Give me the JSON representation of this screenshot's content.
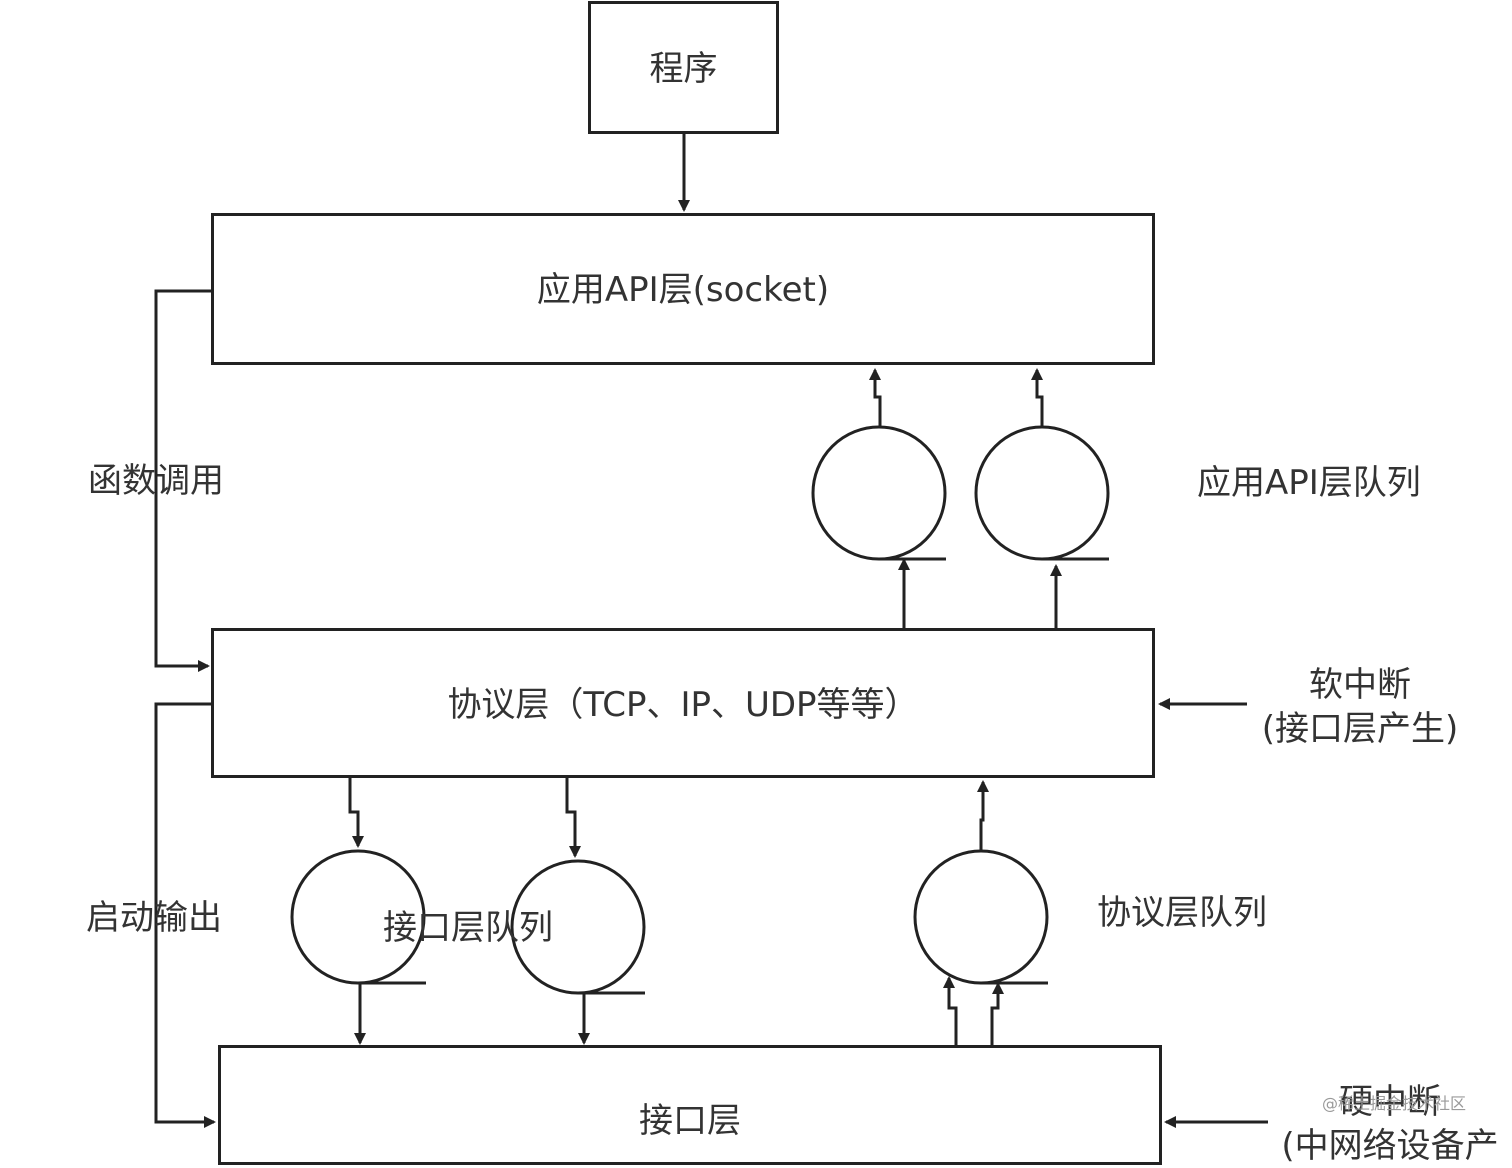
{
  "nodes": {
    "program": "程序",
    "app_api_layer": "应用API层(socket)",
    "protocol_layer": "协议层（TCP、IP、UDP等等）",
    "interface_layer": "接口层"
  },
  "labels": {
    "function_call": "函数调用",
    "start_output": "启动输出",
    "app_api_queue": "应用API层队列",
    "interface_queue": "接口层队列",
    "protocol_queue": "协议层队列",
    "soft_interrupt_line1": "软中断",
    "soft_interrupt_line2": "(接口层产生)",
    "hard_interrupt_line1": "硬中断",
    "hard_interrupt_line2": "(中网络设备产"
  },
  "watermark": "@稀土掘金技术社区",
  "colors": {
    "stroke": "#222222",
    "text": "#333333",
    "watermark": "#9a9a9a"
  }
}
